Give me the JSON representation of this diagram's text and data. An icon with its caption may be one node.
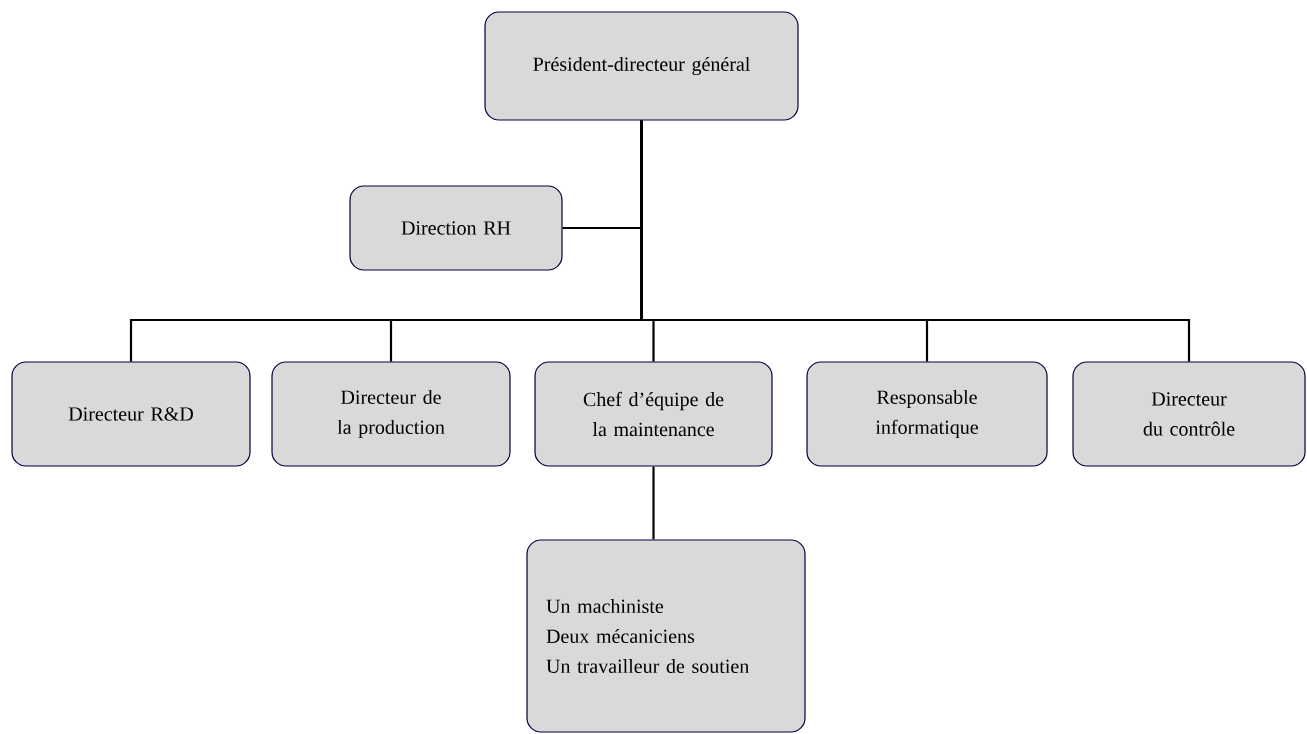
{
  "diagram": {
    "nodes": [
      {
        "text": [
          "Président-directeur général"
        ]
      },
      {
        "text": [
          "Direction RH"
        ]
      },
      {
        "text": [
          "Directeur R&D"
        ]
      },
      {
        "text": [
          "Directeur de la production"
        ]
      },
      {
        "text": [
          "Chef d’équipe de la maintenance"
        ]
      },
      {
        "text": [
          "Responsable informatique"
        ]
      },
      {
        "text": [
          "Directeur du contrôle"
        ]
      },
      {
        "text": [
          "Un machiniste",
          "Deux mécaniciens",
          "Un travailleur de soutien"
        ]
      }
    ],
    "edges": [
      {
        "from": 0,
        "to": 1,
        "arrow": "none"
      },
      {
        "from": 0,
        "to": 2,
        "arrow": "none"
      },
      {
        "from": 0,
        "to": 3,
        "arrow": "none"
      },
      {
        "from": 0,
        "to": 4,
        "arrow": "none"
      },
      {
        "from": 0,
        "to": 5,
        "arrow": "none"
      },
      {
        "from": 0,
        "to": 6,
        "arrow": "none"
      },
      {
        "from": 4,
        "to": 7,
        "arrow": "none"
      }
    ]
  }
}
